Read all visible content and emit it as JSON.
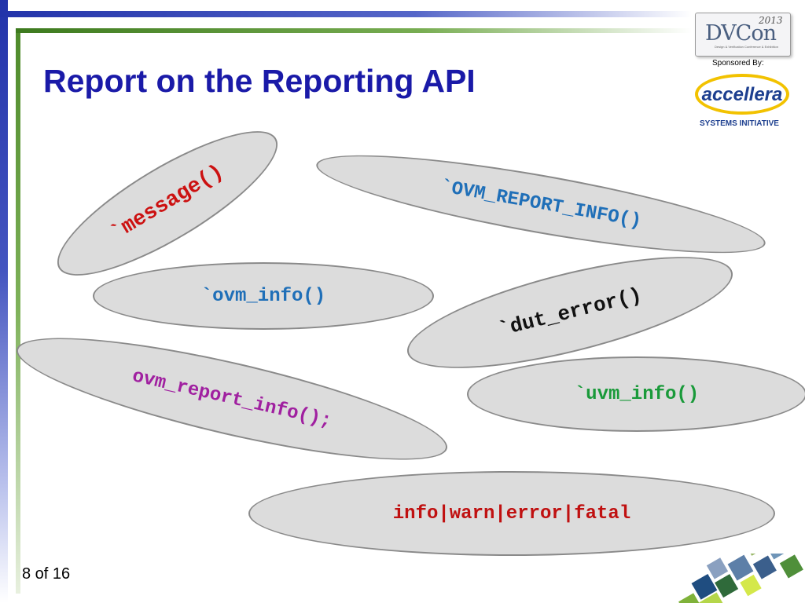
{
  "slide": {
    "title": "Report on the Reporting API",
    "page_number": "8 of 16"
  },
  "logos": {
    "dvcon_name": "DVCon",
    "dvcon_year": "2013",
    "dvcon_tagline": "Design & Verification Conference & Exhibition",
    "sponsored_by": "Sponsored By:",
    "accellera_name": "accellera",
    "accellera_sub": "SYSTEMS INITIATIVE"
  },
  "ovals": [
    {
      "text": "`message()",
      "color": "#cc1111"
    },
    {
      "text": "`OVM_REPORT_INFO()",
      "color": "#1f6fb8"
    },
    {
      "text": "`ovm_info()",
      "color": "#1f6fb8"
    },
    {
      "text": "`dut_error()",
      "color": "#111111"
    },
    {
      "text": "ovm_report_info();",
      "color": "#a020a0"
    },
    {
      "text": "`uvm_info()",
      "color": "#1a9a3a"
    },
    {
      "text": "info|warn|error|fatal",
      "color": "#c01010"
    }
  ],
  "colors": {
    "title": "#1a1aa8",
    "oval_fill": "#dcdcdc",
    "oval_border": "#8a8a8a"
  }
}
